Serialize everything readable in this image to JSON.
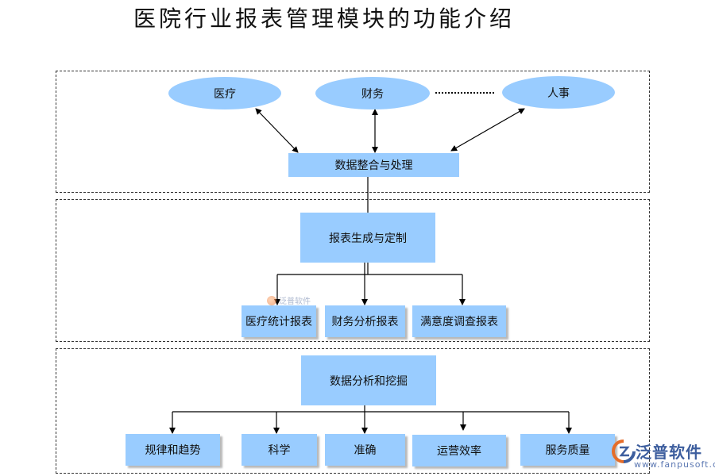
{
  "title": "医院行业报表管理模块的功能介绍",
  "sources": [
    "医疗",
    "财务",
    "人事"
  ],
  "integration": "数据整合与处理",
  "report_generation": "报表生成与定制",
  "reports": [
    "医疗统计报表",
    "财务分析报表",
    "满意度调查报表"
  ],
  "analysis": "数据分析和挖掘",
  "outcomes": [
    "规律和趋势",
    "科学",
    "准确",
    "运营效率",
    "服务质量"
  ],
  "watermark": "泛普软件",
  "logo": {
    "name": "泛普软件",
    "url": "www.fanpusoft.com"
  },
  "colors": {
    "node_fill": "#99ccff",
    "line": "#000000"
  }
}
